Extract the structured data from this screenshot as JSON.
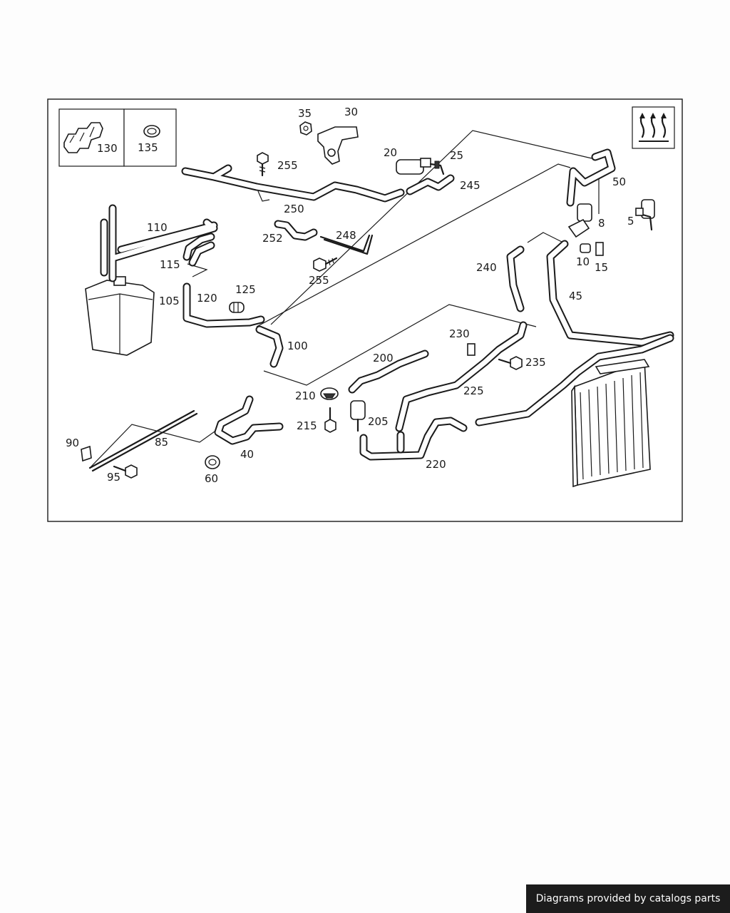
{
  "diagram": {
    "part_numbers": {
      "p130": "130",
      "p135": "135",
      "p35": "35",
      "p30": "30",
      "p20": "20",
      "p25": "25",
      "p255a": "255",
      "p245": "245",
      "p250": "250",
      "p252": "252",
      "p248": "248",
      "p255b": "255",
      "p50": "50",
      "p5": "5",
      "p8": "8",
      "p10": "10",
      "p15": "15",
      "p240": "240",
      "p45": "45",
      "p110": "110",
      "p115": "115",
      "p105": "105",
      "p120": "120",
      "p125": "125",
      "p100": "100",
      "p230": "230",
      "p235": "235",
      "p200": "200",
      "p225": "225",
      "p210": "210",
      "p215": "215",
      "p205": "205",
      "p220": "220",
      "p90": "90",
      "p85": "85",
      "p95": "95",
      "p40": "40",
      "p60": "60"
    },
    "symbol": "heating-symbol-icon"
  },
  "footer": {
    "credit": "Diagrams provided by catalogs parts"
  }
}
